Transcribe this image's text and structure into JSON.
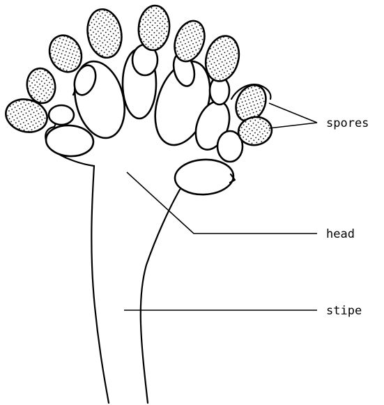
{
  "diagram": {
    "labels": {
      "spores": "spores",
      "head": "head",
      "stipe": "stipe"
    }
  },
  "colors": {
    "ink": "#000000",
    "paper": "#ffffff"
  }
}
